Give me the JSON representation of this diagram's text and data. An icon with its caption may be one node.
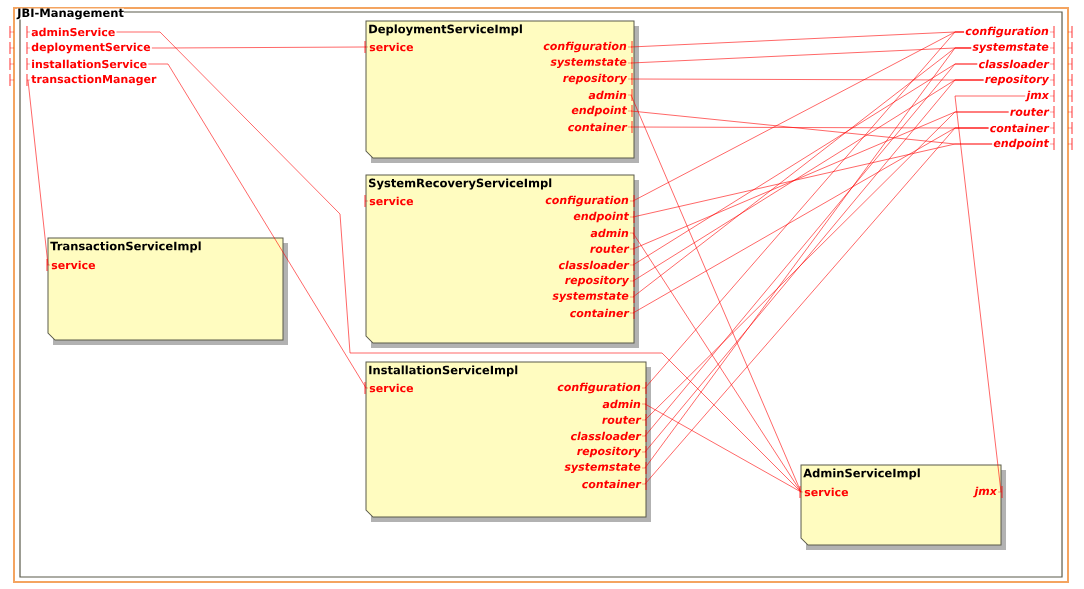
{
  "diagram": {
    "nodes": [
      {
        "text": [
          "JBI-Management"
        ]
      },
      {
        "text": [
          "adminService"
        ],
        "in": 0
      },
      {
        "text": [
          "deploymentService"
        ],
        "in": 0
      },
      {
        "text": [
          "installationService"
        ],
        "in": 0
      },
      {
        "text": [
          "transactionManager"
        ],
        "in": 0
      },
      {
        "text": [
          "configuration"
        ],
        "in": 0
      },
      {
        "text": [
          "systemstate"
        ],
        "in": 0
      },
      {
        "text": [
          "classloader"
        ],
        "in": 0
      },
      {
        "text": [
          "repository"
        ],
        "in": 0
      },
      {
        "text": [
          "jmx"
        ],
        "in": 0
      },
      {
        "text": [
          "router"
        ],
        "in": 0
      },
      {
        "text": [
          "container"
        ],
        "in": 0
      },
      {
        "text": [
          "endpoint"
        ],
        "in": 0
      },
      {
        "text": [
          "DeploymentServiceImpl"
        ],
        "in": 0
      },
      {
        "text": [
          "service"
        ],
        "in": 13
      },
      {
        "text": [
          "configuration"
        ],
        "in": 13
      },
      {
        "text": [
          "systemstate"
        ],
        "in": 13
      },
      {
        "text": [
          "repository"
        ],
        "in": 13
      },
      {
        "text": [
          "admin"
        ],
        "in": 13
      },
      {
        "text": [
          "endpoint"
        ],
        "in": 13
      },
      {
        "text": [
          "container"
        ],
        "in": 13
      },
      {
        "text": [
          "SystemRecoveryServiceImpl"
        ],
        "in": 0
      },
      {
        "text": [
          "service"
        ],
        "in": 21
      },
      {
        "text": [
          "configuration"
        ],
        "in": 21
      },
      {
        "text": [
          "endpoint"
        ],
        "in": 21
      },
      {
        "text": [
          "admin"
        ],
        "in": 21
      },
      {
        "text": [
          "router"
        ],
        "in": 21
      },
      {
        "text": [
          "classloader"
        ],
        "in": 21
      },
      {
        "text": [
          "repository"
        ],
        "in": 21
      },
      {
        "text": [
          "systemstate"
        ],
        "in": 21
      },
      {
        "text": [
          "container"
        ],
        "in": 21
      },
      {
        "text": [
          "TransactionServiceImpl"
        ],
        "in": 0
      },
      {
        "text": [
          "service"
        ],
        "in": 31
      },
      {
        "text": [
          "InstallationServiceImpl"
        ],
        "in": 0
      },
      {
        "text": [
          "service"
        ],
        "in": 33
      },
      {
        "text": [
          "configuration"
        ],
        "in": 33
      },
      {
        "text": [
          "admin"
        ],
        "in": 33
      },
      {
        "text": [
          "router"
        ],
        "in": 33
      },
      {
        "text": [
          "classloader"
        ],
        "in": 33
      },
      {
        "text": [
          "repository"
        ],
        "in": 33
      },
      {
        "text": [
          "systemstate"
        ],
        "in": 33
      },
      {
        "text": [
          "container"
        ],
        "in": 33
      },
      {
        "text": [
          "AdminServiceImpl"
        ],
        "in": 0
      },
      {
        "text": [
          "service"
        ],
        "in": 42
      },
      {
        "text": [
          "jmx"
        ],
        "in": 42
      }
    ],
    "edges": [
      {
        "from": 1,
        "to": 43,
        "arrow": "none"
      },
      {
        "from": 2,
        "to": 14,
        "arrow": "none"
      },
      {
        "from": 3,
        "to": 34,
        "arrow": "none"
      },
      {
        "from": 4,
        "to": 32,
        "arrow": "none"
      },
      {
        "from": 15,
        "to": 5,
        "arrow": "none"
      },
      {
        "from": 16,
        "to": 6,
        "arrow": "none"
      },
      {
        "from": 17,
        "to": 8,
        "arrow": "none"
      },
      {
        "from": 18,
        "to": 43,
        "arrow": "none"
      },
      {
        "from": 19,
        "to": 12,
        "arrow": "none"
      },
      {
        "from": 20,
        "to": 11,
        "arrow": "none"
      },
      {
        "from": 23,
        "to": 5,
        "arrow": "none"
      },
      {
        "from": 24,
        "to": 12,
        "arrow": "none"
      },
      {
        "from": 25,
        "to": 43,
        "arrow": "none"
      },
      {
        "from": 26,
        "to": 10,
        "arrow": "none"
      },
      {
        "from": 27,
        "to": 7,
        "arrow": "none"
      },
      {
        "from": 28,
        "to": 8,
        "arrow": "none"
      },
      {
        "from": 29,
        "to": 6,
        "arrow": "none"
      },
      {
        "from": 30,
        "to": 11,
        "arrow": "none"
      },
      {
        "from": 35,
        "to": 5,
        "arrow": "none"
      },
      {
        "from": 36,
        "to": 43,
        "arrow": "none"
      },
      {
        "from": 37,
        "to": 10,
        "arrow": "none"
      },
      {
        "from": 38,
        "to": 7,
        "arrow": "none"
      },
      {
        "from": 39,
        "to": 8,
        "arrow": "none"
      },
      {
        "from": 40,
        "to": 6,
        "arrow": "none"
      },
      {
        "from": 41,
        "to": 11,
        "arrow": "none"
      },
      {
        "from": 44,
        "to": 9,
        "arrow": "none"
      }
    ]
  }
}
